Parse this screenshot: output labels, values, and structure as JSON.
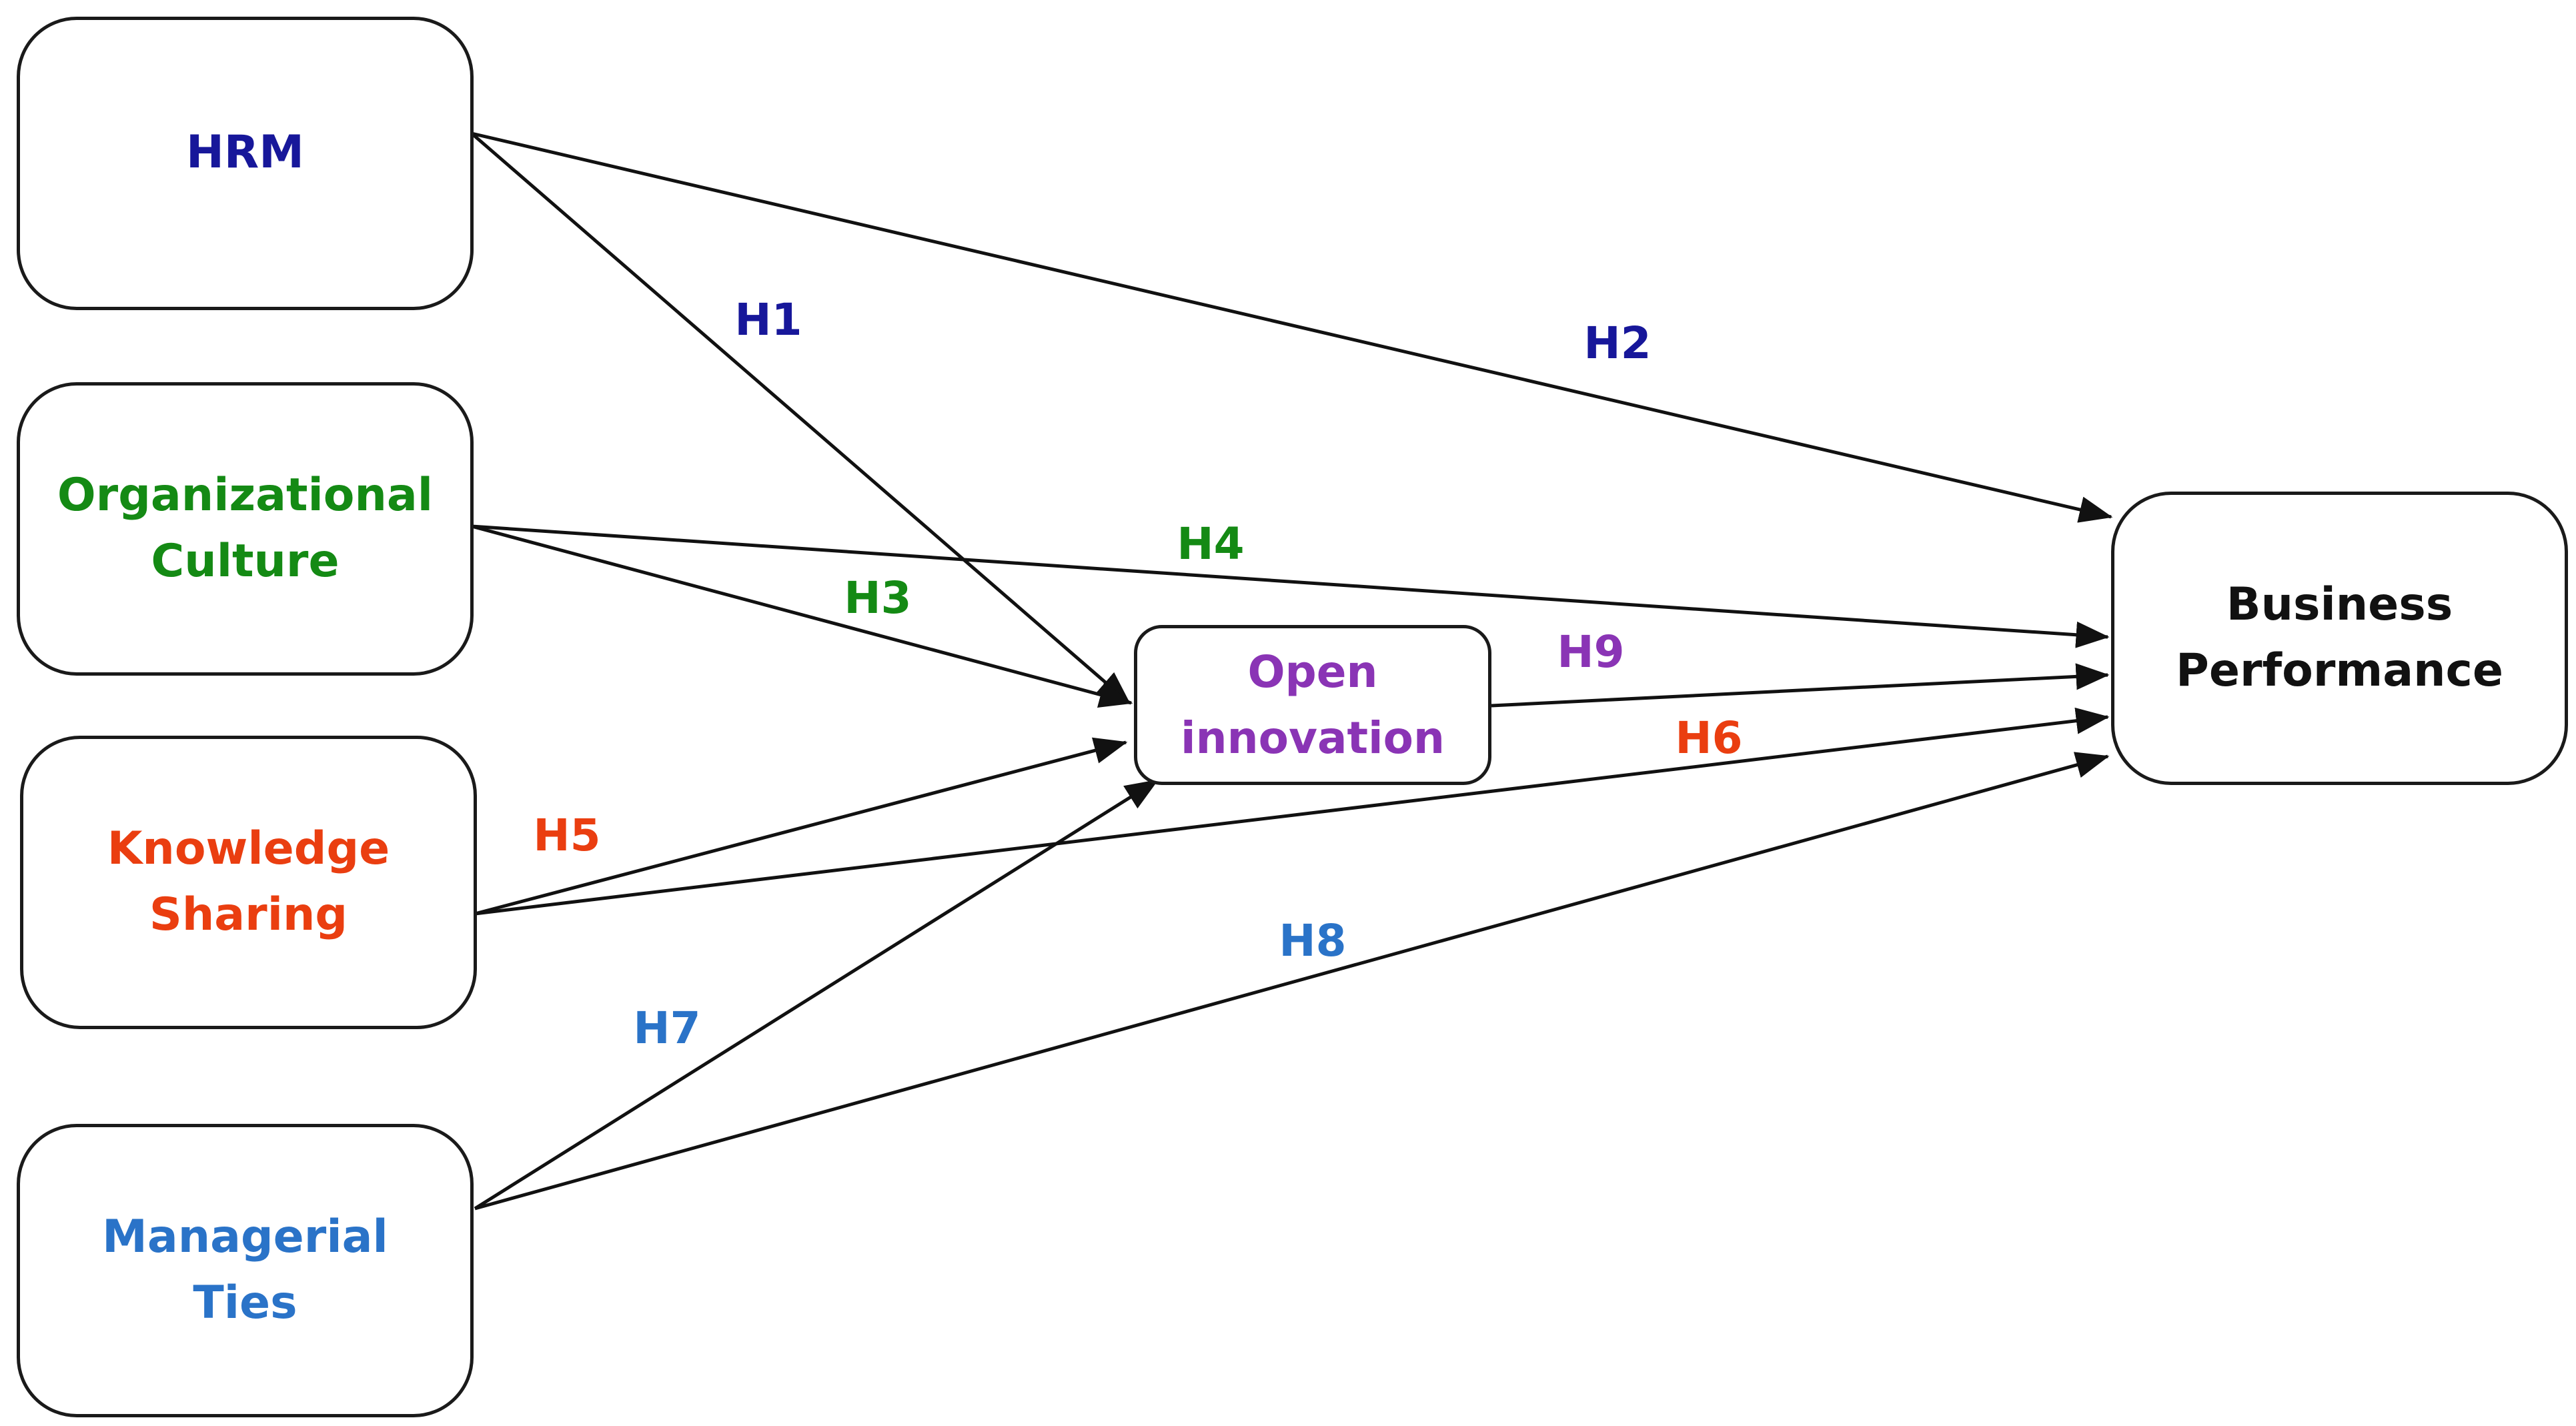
{
  "colors": {
    "hrm": "#17179a",
    "culture": "#148a14",
    "knowledge": "#ea3e10",
    "managerial": "#2a73c8",
    "open": "#8a34b5",
    "business": "#111111",
    "line": "#111111"
  },
  "nodes": {
    "hrm": {
      "label": "HRM"
    },
    "culture": {
      "label": "Organizational\nCulture"
    },
    "knowledge": {
      "label": "Knowledge\nSharing"
    },
    "managerial": {
      "label": "Managerial\nTies"
    },
    "open": {
      "label": "Open\ninnovation"
    },
    "business": {
      "label": "Business\nPerformance"
    }
  },
  "hypotheses": {
    "h1": "H1",
    "h2": "H2",
    "h3": "H3",
    "h4": "H4",
    "h5": "H5",
    "h6": "H6",
    "h7": "H7",
    "h8": "H8",
    "h9": "H9"
  },
  "edges": [
    {
      "from": "hrm",
      "to": "open",
      "label": "H1"
    },
    {
      "from": "hrm",
      "to": "business",
      "label": "H2"
    },
    {
      "from": "culture",
      "to": "open",
      "label": "H3"
    },
    {
      "from": "culture",
      "to": "business",
      "label": "H4"
    },
    {
      "from": "knowledge",
      "to": "open",
      "label": "H5"
    },
    {
      "from": "knowledge",
      "to": "business",
      "label": "H6"
    },
    {
      "from": "managerial",
      "to": "open",
      "label": "H7"
    },
    {
      "from": "managerial",
      "to": "business",
      "label": "H8"
    },
    {
      "from": "open",
      "to": "business",
      "label": "H9"
    }
  ]
}
